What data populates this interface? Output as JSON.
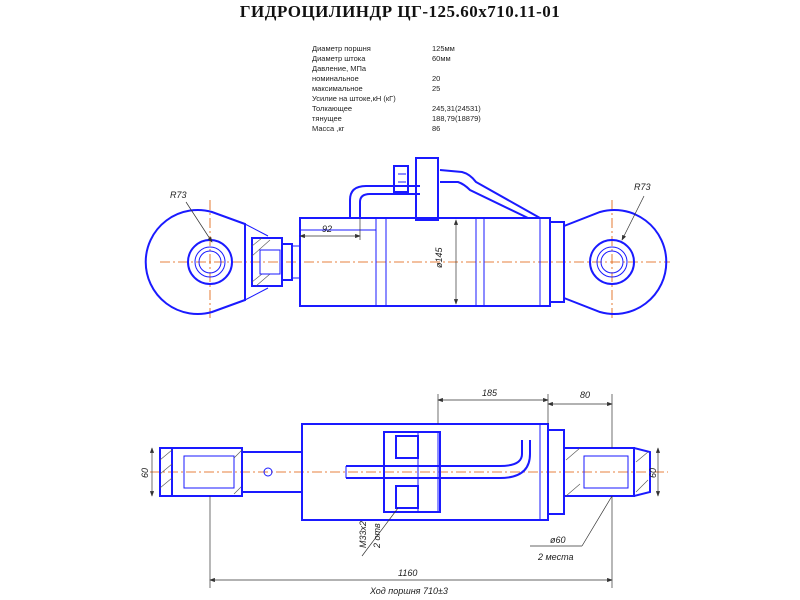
{
  "title": "ГИДРОЦИЛИНДР  ЦГ-125.60х710.11-01",
  "specs": [
    {
      "label": "Диаметр поршня",
      "value": "125мм"
    },
    {
      "label": "Диаметр штока",
      "value": "60мм"
    },
    {
      "label": "Давление, МПа",
      "value": ""
    },
    {
      "label": "номинальное",
      "value": "20"
    },
    {
      "label": "максимальное",
      "value": "25"
    },
    {
      "label": "Усилие на штоке,кН (кГ)",
      "value": ""
    },
    {
      "label": "Толкающее",
      "value": "245,31(24531)"
    },
    {
      "label": "тянущее",
      "value": "188,79(18879)"
    },
    {
      "label": "Масса ,кг",
      "value": "86"
    }
  ],
  "dims": {
    "r_left": "R73",
    "r_right": "R73",
    "len_92": "92",
    "dia_145": "ø145",
    "len_185": "185",
    "len_80": "80",
    "h_left": "60",
    "h_right": "60",
    "thread": "M33x2",
    "holes": "2 отв",
    "dia_60": "ø60",
    "places": "2 места",
    "total": "1160",
    "stroke": "Ход поршня 710±3"
  },
  "colors": {
    "outline": "#1a1aff",
    "centerline": "#e05a00",
    "dimension": "#333333"
  }
}
